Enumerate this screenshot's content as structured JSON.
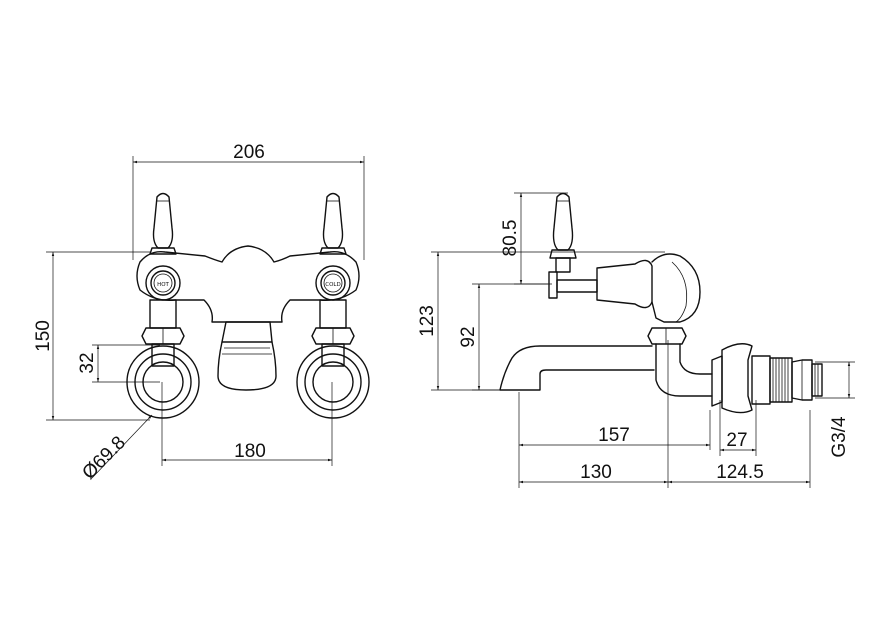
{
  "front_view": {
    "dims": {
      "width": "206",
      "height": "150",
      "offset": "32",
      "diameter": "Ø69.8",
      "centers": "180"
    },
    "labels": {
      "hot": "HOT",
      "cold": "COLD"
    }
  },
  "side_view": {
    "dims": {
      "lever_height": "80.5",
      "top_height": "123",
      "spout_height": "92",
      "spout_reach": "157",
      "nut_width": "27",
      "thread": "G3/4",
      "body_depth": "130",
      "tail_length": "124.5"
    }
  }
}
